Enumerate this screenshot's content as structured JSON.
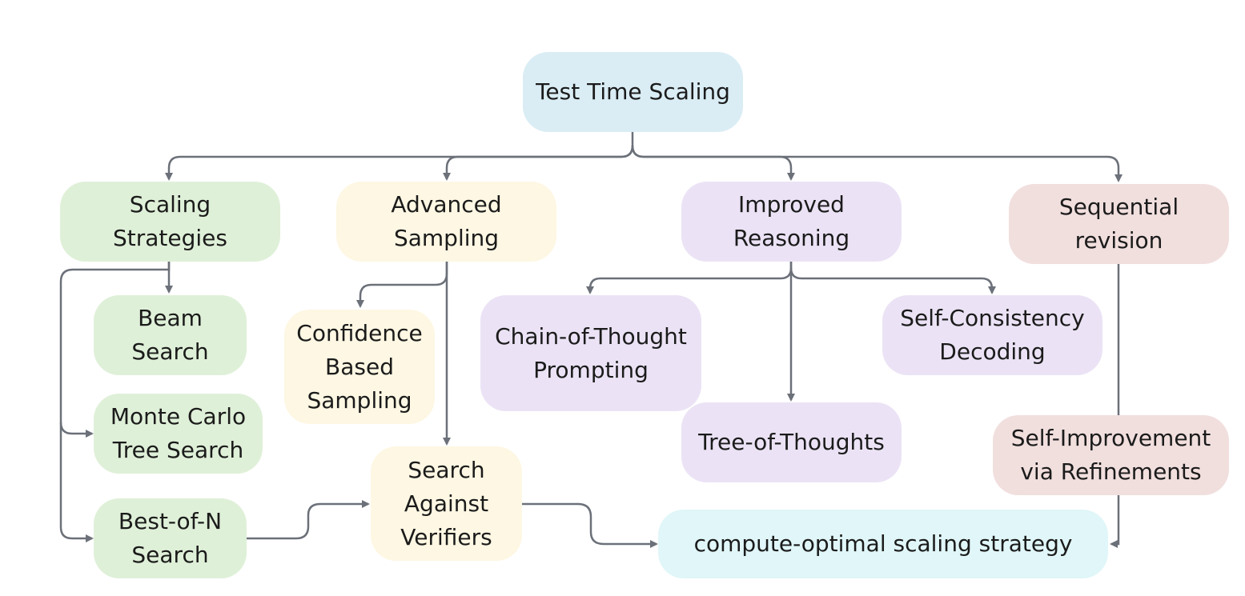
{
  "diagram": {
    "root": {
      "line1": "Test Time Scaling"
    },
    "scaling_strategies": {
      "line1": "Scaling",
      "line2": "Strategies"
    },
    "advanced_sampling": {
      "line1": "Advanced",
      "line2": "Sampling"
    },
    "improved_reasoning": {
      "line1": "Improved",
      "line2": "Reasoning"
    },
    "sequential_revision": {
      "line1": "Sequential",
      "line2": "revision"
    },
    "beam_search": {
      "line1": "Beam",
      "line2": "Search"
    },
    "mcts": {
      "line1": "Monte Carlo",
      "line2": "Tree Search"
    },
    "best_of_n": {
      "line1": "Best-of-N",
      "line2": "Search"
    },
    "confidence_sampling": {
      "line1": "Confidence",
      "line2": "Based",
      "line3": "Sampling"
    },
    "search_verifiers": {
      "line1": "Search",
      "line2": "Against",
      "line3": "Verifiers"
    },
    "chain_of_thought": {
      "line1": "Chain-of-Thought",
      "line2": "Prompting"
    },
    "tree_of_thoughts": {
      "line1": "Tree-of-Thoughts"
    },
    "self_consistency": {
      "line1": "Self-Consistency",
      "line2": "Decoding"
    },
    "self_improvement": {
      "line1": "Self-Improvement",
      "line2": "via Refinements"
    },
    "compute_optimal": {
      "line1": "compute-optimal scaling strategy"
    }
  },
  "colors": {
    "root": "#daedf5",
    "scaling": "#dff0d8",
    "sampling": "#fdf7e3",
    "reasoning": "#ebe3f5",
    "revision": "#f1dfde",
    "result": "#e0f6f8",
    "connector": "#6b7079"
  }
}
